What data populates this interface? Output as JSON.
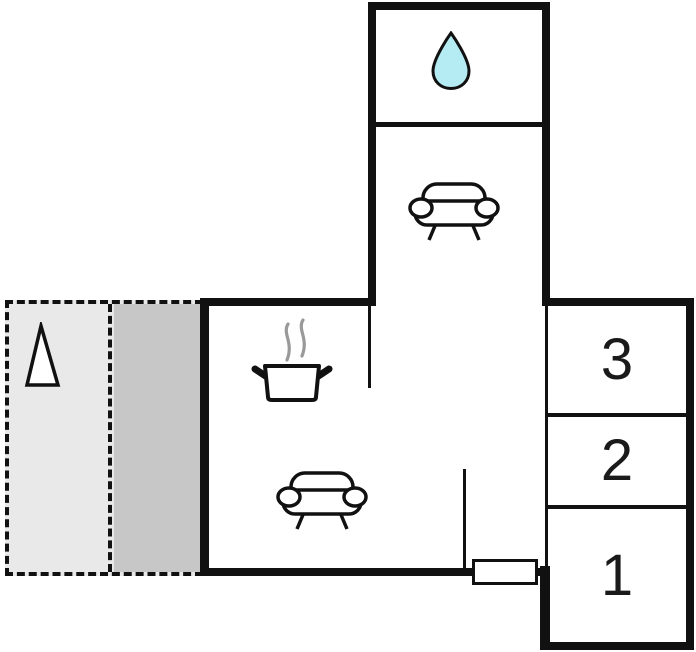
{
  "floorplan": {
    "room_labels": {
      "bedroom3": "3",
      "bedroom2": "2",
      "bedroom1": "1"
    },
    "icons": {
      "water_drop": "water-drop",
      "sofa_upper": "sofa",
      "sofa_main": "sofa",
      "cooking_pot": "cooking-pot-with-steam",
      "terrace_arrow": "triangle-arrow"
    },
    "colors": {
      "wall": "#111111",
      "background": "#ffffff",
      "terrace_light": "#e9e9e9",
      "terrace_dark": "#c7c7c7",
      "water_drop_fill": "#b5ebf2",
      "steam": "#999999"
    }
  }
}
